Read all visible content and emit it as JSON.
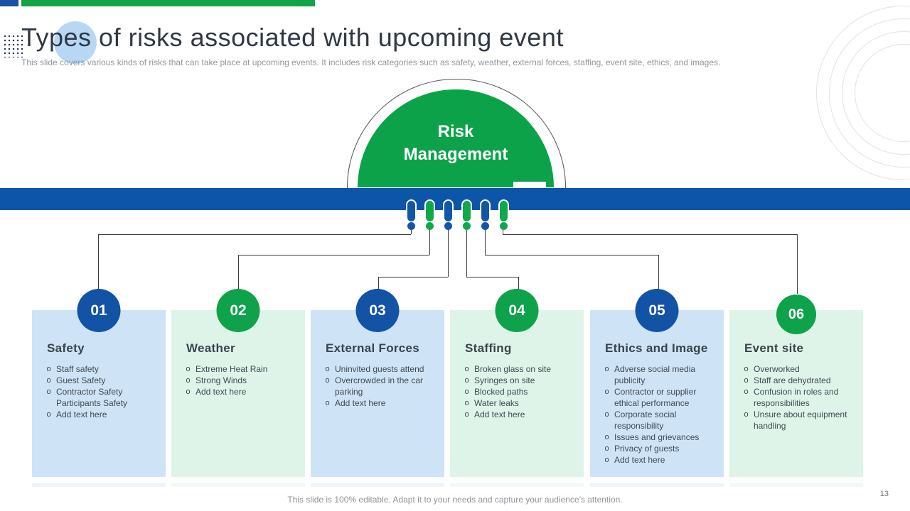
{
  "header": {
    "title": "Types of risks associated with upcoming event",
    "subtitle": "This slide covers various kinds of risks that can take place at upcoming events. It includes risk categories such as safety, weather, external forces, staffing, event site, ethics, and images."
  },
  "diagram": {
    "center_label_line1": "Risk",
    "center_label_line2": "Management"
  },
  "ui": {
    "bullet_char": "o"
  },
  "colors": {
    "blue": "#0d55a8",
    "green": "#0ea24b",
    "light_blue_box": "#cfe3f6",
    "light_green_box": "#dff4e9"
  },
  "categories": [
    {
      "number": "01",
      "name": "Safety",
      "items": [
        "Staff safety",
        "Guest Safety",
        "Contractor Safety Participants Safety",
        "Add text here"
      ]
    },
    {
      "number": "02",
      "name": "Weather",
      "items": [
        "Extreme Heat Rain",
        "Strong Winds",
        "Add text here"
      ]
    },
    {
      "number": "03",
      "name": "External Forces",
      "items": [
        "Uninvited guests attend",
        "Overcrowded in the car parking",
        "Add text here"
      ]
    },
    {
      "number": "04",
      "name": "Staffing",
      "items": [
        "Broken glass on site",
        "Syringes on site",
        "Blocked paths",
        "Water leaks",
        "Add text here"
      ]
    },
    {
      "number": "05",
      "name": "Ethics and Image",
      "items": [
        "Adverse social media publicity",
        "Contractor or supplier ethical performance",
        "Corporate social responsibility",
        "Issues and grievances",
        "Privacy of guests",
        "Add text here"
      ]
    },
    {
      "number": "06",
      "name": "Event site",
      "items": [
        "Overworked",
        "Staff are dehydrated",
        "Confusion in roles and responsibilities",
        "Unsure about equipment handling"
      ]
    }
  ],
  "footer": {
    "note": "This slide is 100% editable. Adapt it to your needs and capture your audience's attention.",
    "page_number": "13"
  }
}
